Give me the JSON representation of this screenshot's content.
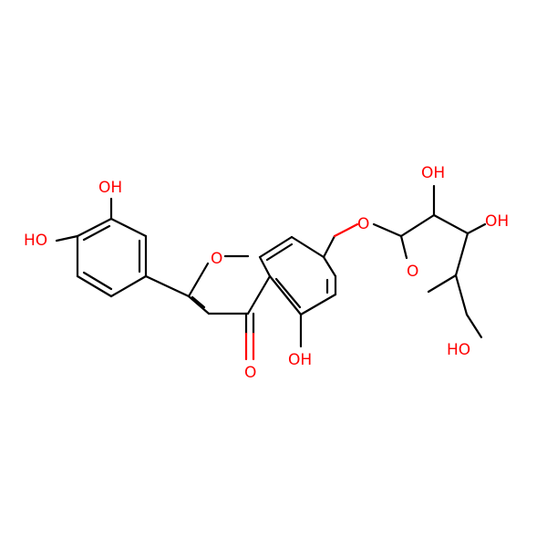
{
  "molecule": {
    "oxygen_color": "#ff0000",
    "bond_color": "#000000",
    "labels": {
      "oh_catechol_top": "OH",
      "ho_catechol_left": "HO",
      "o_pyran_ring": "O",
      "o_carbonyl": "O",
      "oh_c5": "OH",
      "o_glycosidic": "O",
      "oh_sugar_top": "OH",
      "oh_sugar_right": "OH",
      "o_furanose_ring": "O",
      "ho_hydroxymethyl": "HO"
    }
  }
}
